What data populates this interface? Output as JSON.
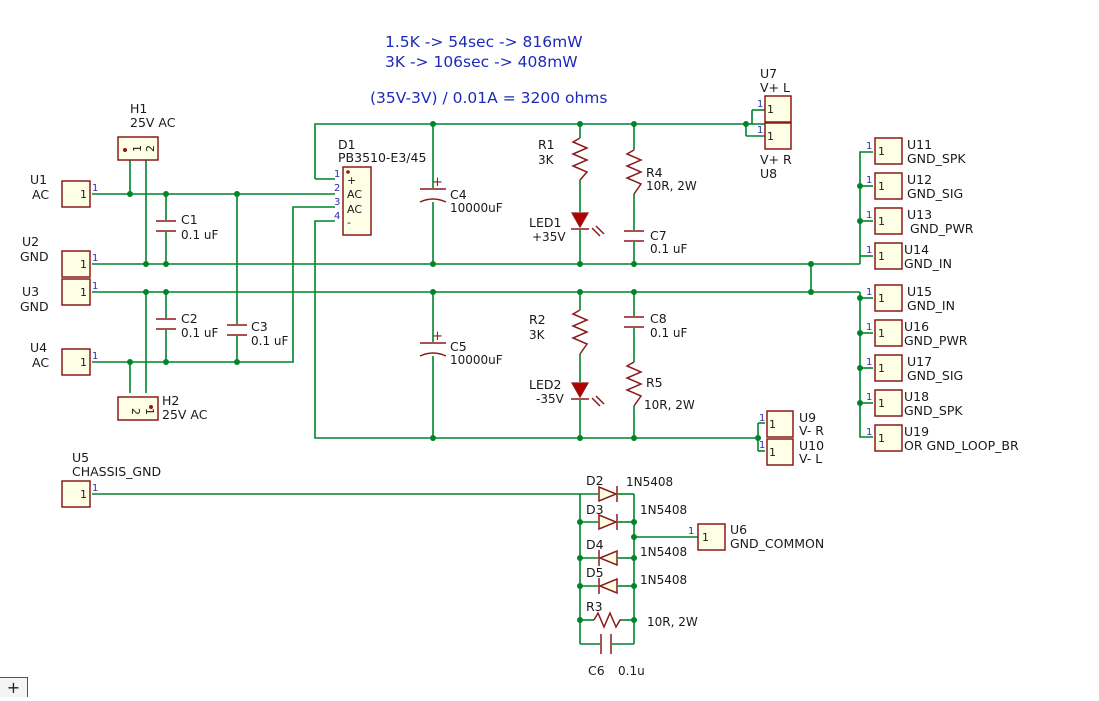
{
  "notes": {
    "line1": "1.5K -> 54sec -> 816mW",
    "line2": "3K -> 106sec -> 408mW",
    "line3": "(35V-3V) / 0.01A = 3200 ohms"
  },
  "parts": {
    "H1": {
      "ref": "H1",
      "value": "25V AC"
    },
    "H2": {
      "ref": "H2",
      "value": "25V AC"
    },
    "U1": {
      "ref": "U1",
      "value": "AC"
    },
    "U2": {
      "ref": "U2",
      "value": "GND"
    },
    "U3": {
      "ref": "U3",
      "value": "GND"
    },
    "U4": {
      "ref": "U4",
      "value": "AC"
    },
    "U5": {
      "ref": "U5",
      "value": "CHASSIS_GND"
    },
    "U6": {
      "ref": "U6",
      "value": "GND_COMMON"
    },
    "U7": {
      "ref": "U7",
      "value": "V+ L"
    },
    "U8": {
      "ref": "U8",
      "value": "V+ R"
    },
    "U9": {
      "ref": "U9",
      "value": "V- R"
    },
    "U10": {
      "ref": "U10",
      "value": "V- L"
    },
    "U11": {
      "ref": "U11",
      "value": "GND_SPK"
    },
    "U12": {
      "ref": "U12",
      "value": "GND_SIG"
    },
    "U13": {
      "ref": "U13",
      "value": "GND_PWR"
    },
    "U14": {
      "ref": "U14",
      "value": "GND_IN"
    },
    "U15": {
      "ref": "U15",
      "value": "GND_IN"
    },
    "U16": {
      "ref": "U16",
      "value": "GND_PWR"
    },
    "U17": {
      "ref": "U17",
      "value": "GND_SIG"
    },
    "U18": {
      "ref": "U18",
      "value": "GND_SPK"
    },
    "U19": {
      "ref": "U19",
      "value": "OR GND_LOOP_BR"
    },
    "D1": {
      "ref": "D1",
      "value": "PB3510-E3/45"
    },
    "C1": {
      "ref": "C1",
      "value": "0.1 uF"
    },
    "C2": {
      "ref": "C2",
      "value": "0.1 uF"
    },
    "C3": {
      "ref": "C3",
      "value": "0.1 uF"
    },
    "C4": {
      "ref": "C4",
      "value": "10000uF"
    },
    "C5": {
      "ref": "C5",
      "value": "10000uF"
    },
    "C6": {
      "ref": "C6",
      "value": "0.1u"
    },
    "C7": {
      "ref": "C7",
      "value": "0.1 uF"
    },
    "C8": {
      "ref": "C8",
      "value": "0.1 uF"
    },
    "R1": {
      "ref": "R1",
      "value": "3K"
    },
    "R2": {
      "ref": "R2",
      "value": "3K"
    },
    "R3": {
      "ref": "R3",
      "value": "10R, 2W"
    },
    "R4": {
      "ref": "R4",
      "value": "10R, 2W"
    },
    "R5": {
      "ref": "R5",
      "value": "10R, 2W"
    },
    "LED1": {
      "ref": "LED1",
      "value": "+35V"
    },
    "LED2": {
      "ref": "LED2",
      "value": "-35V"
    },
    "D2": {
      "ref": "D2",
      "value": "1N5408"
    },
    "D3": {
      "ref": "D3",
      "value": "1N5408"
    },
    "D4": {
      "ref": "D4",
      "value": "1N5408"
    },
    "D5": {
      "ref": "D5",
      "value": "1N5408"
    }
  },
  "bridge_pins": {
    "plus": "+",
    "ac1": "AC",
    "ac2": "AC",
    "minus": "-"
  },
  "pin_numbers": {
    "one": "1",
    "two": "2",
    "three": "3",
    "four": "4"
  },
  "toolbar": {
    "add_label": "+"
  }
}
